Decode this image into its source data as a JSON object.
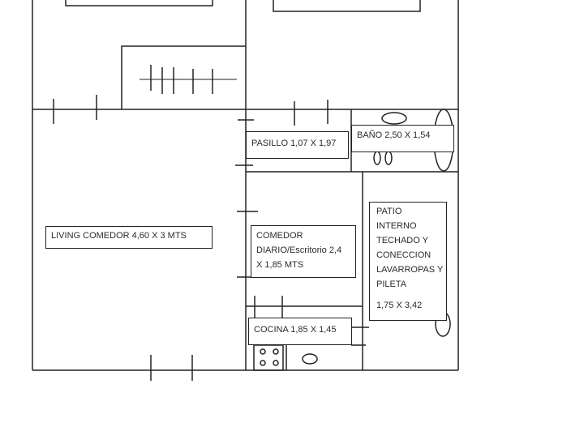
{
  "diagram": {
    "type": "floor-plan",
    "rooms": [
      {
        "id": "living",
        "label": "LIVING COMEDOR 4,60 X 3 MTS"
      },
      {
        "id": "pasillo",
        "label": "PASILLO 1,07 X 1,97"
      },
      {
        "id": "bano",
        "label": "BAÑO 2,50 X 1,54"
      },
      {
        "id": "comedor",
        "lines": [
          "COMEDOR",
          "DIARIO/Escritorio 2,4",
          "X 1,85 MTS"
        ]
      },
      {
        "id": "patio",
        "lines": [
          "PATIO",
          "INTERNO",
          "TECHADO  Y",
          "CONECCION",
          "LAVARROPAS Y",
          "PILETA"
        ],
        "dimensions": "1,75 X 3,42"
      },
      {
        "id": "cocina",
        "label": "COCINA 1,85 X 1,45"
      }
    ],
    "colors": {
      "wall": "#222222",
      "background": "#ffffff",
      "text": "#2b2b2b"
    }
  }
}
